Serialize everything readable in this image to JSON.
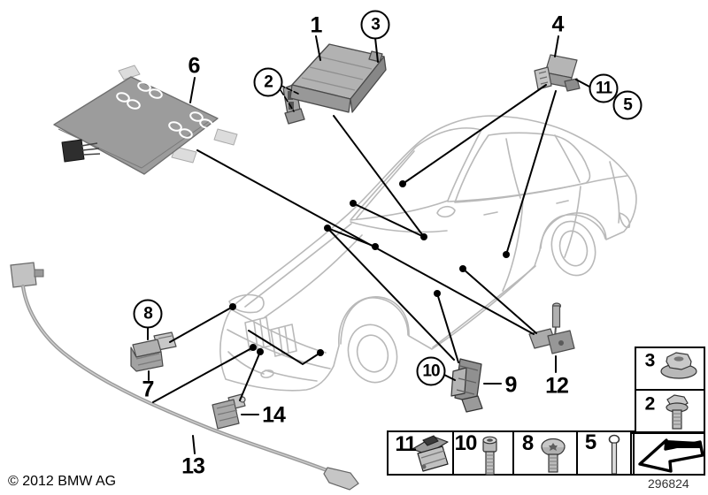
{
  "callouts": {
    "c1": "1",
    "c2": "2",
    "c3": "3",
    "c4": "4",
    "c5": "5",
    "c6": "6",
    "c7": "7",
    "c8": "8",
    "c9": "9",
    "c10": "10",
    "c11": "11",
    "c12": "12",
    "c13": "13",
    "c14": "14"
  },
  "hardware_table": {
    "cells": [
      {
        "num": "11",
        "icon": "clip-icon"
      },
      {
        "num": "10",
        "icon": "socket-head-screw-icon"
      },
      {
        "num": "8",
        "icon": "pan-head-screw-icon"
      },
      {
        "num": "5",
        "icon": "pin-bolt-icon"
      }
    ],
    "side_cells": [
      {
        "num": "3",
        "icon": "flange-nut-icon"
      },
      {
        "num": "2",
        "icon": "flange-bolt-icon"
      }
    ]
  },
  "footer": {
    "copyright": "© 2012 BMW AG",
    "diagram_number": "296824"
  },
  "colors": {
    "leader_line": "#000000",
    "car_outline": "#b9b9b9",
    "part_fill": "#a8a8a8"
  }
}
